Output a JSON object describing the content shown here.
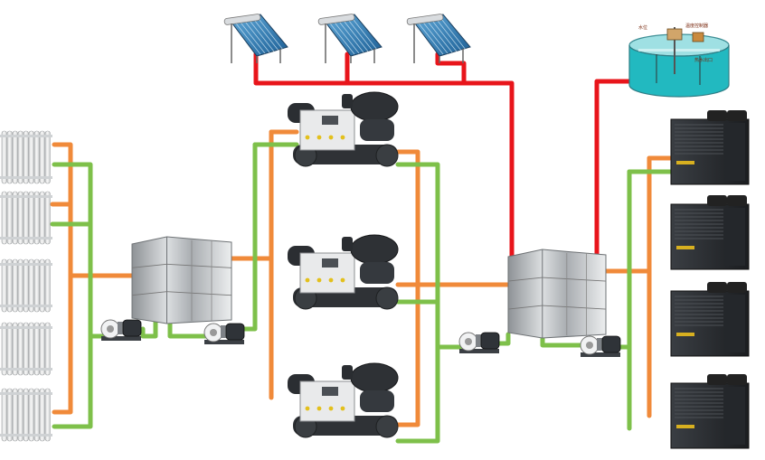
{
  "colors": {
    "hot_solar": "#e8151b",
    "supply": "#f08a3a",
    "return": "#7ec04a",
    "steel": "#b9bcbe",
    "chiller_body": "#e9eaeb",
    "heatpump_body": "#2a2d31",
    "tank_water": "#22b9c0"
  },
  "components": {
    "solar_collectors": [
      "solar-collector-1",
      "solar-collector-2",
      "solar-collector-3"
    ],
    "radiators": [
      "radiator-1",
      "radiator-2",
      "radiator-3",
      "radiator-4",
      "radiator-5"
    ],
    "chillers": [
      "chiller-unit-1",
      "chiller-unit-2",
      "chiller-unit-3"
    ],
    "heat_pumps": [
      "heat-pump-1",
      "heat-pump-2",
      "heat-pump-3",
      "heat-pump-4"
    ],
    "pumps": [
      "pump-1",
      "pump-2",
      "pump-3",
      "pump-4"
    ],
    "storage_tanks": [
      "steel-buffer-tank-left",
      "steel-buffer-tank-right"
    ],
    "hot_water_tank": "open-hot-water-tank"
  },
  "tank_labels": [
    "水位",
    "温度控制器",
    "热水出口"
  ]
}
